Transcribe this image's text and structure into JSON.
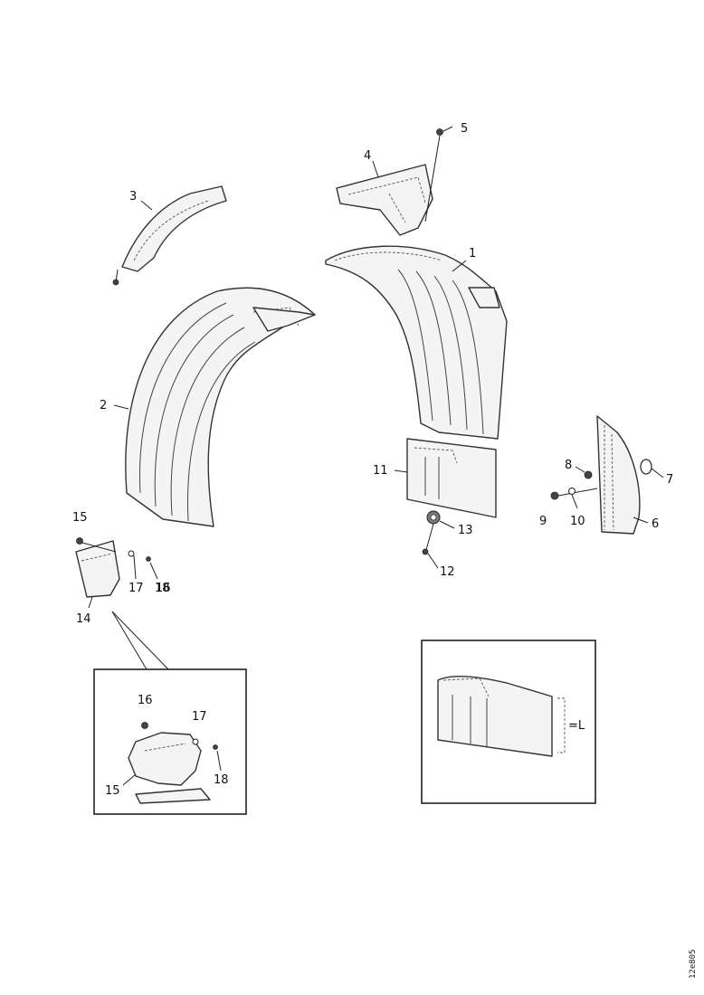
{
  "callouts": {
    "c1": "1",
    "c2": "2",
    "c3": "3",
    "c4": "4",
    "c5": "5",
    "c6": "6",
    "c7": "7",
    "c8": "8",
    "c9": "9",
    "c10": "10",
    "c11": "11",
    "c12": "12",
    "c13": "13",
    "c14": "14",
    "c15": "15",
    "c16": "16",
    "c17": "17",
    "c18": "18"
  },
  "inset_a": {
    "c16": "16",
    "c17": "17",
    "c18": "18",
    "c15": "15"
  },
  "inset_b": {
    "label": "=L"
  },
  "reference_code": "12e805"
}
